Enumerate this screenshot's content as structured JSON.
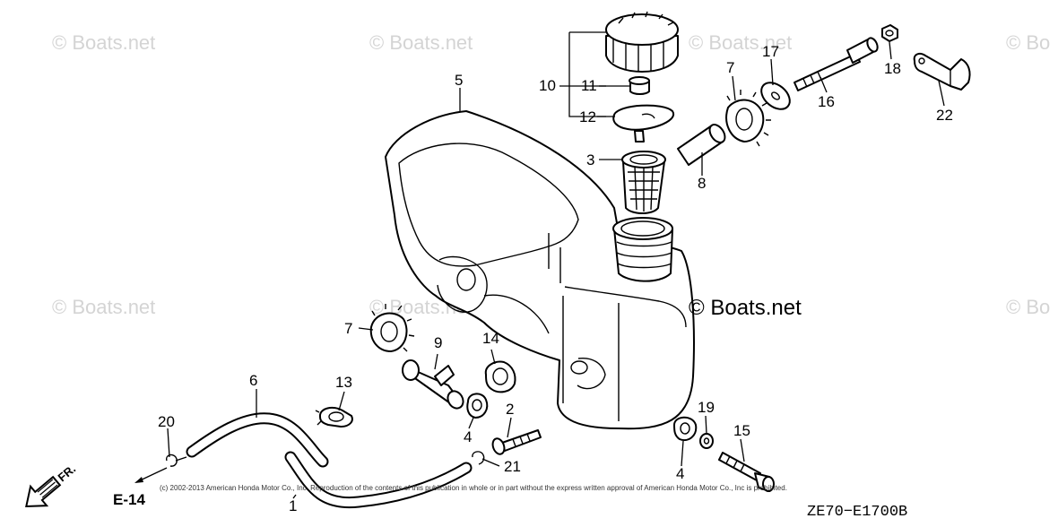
{
  "watermark": "© Boats.net",
  "watermark_partial": "© Bo",
  "brand_mark": "© Boats.net",
  "copyright": "(c) 2002-2013 American Honda Motor Co., Inc. Reproduction of the contents of this publication in whole or in part without the express written approval of American Honda Motor Co., Inc is prohibited.",
  "diagram_code": "ZE70−E1700B",
  "page_ref": "E-14",
  "front_label": "FR.",
  "callouts": {
    "c1": "1",
    "c2": "2",
    "c3": "3",
    "c4a": "4",
    "c4b": "4",
    "c5": "5",
    "c6": "6",
    "c7a": "7",
    "c7b": "7",
    "c8": "8",
    "c9": "9",
    "c10": "10",
    "c11": "11",
    "c12": "12",
    "c13": "13",
    "c14": "14",
    "c15": "15",
    "c16": "16",
    "c17": "17",
    "c18": "18",
    "c19": "19",
    "c20": "20",
    "c21": "21",
    "c22": "22"
  }
}
